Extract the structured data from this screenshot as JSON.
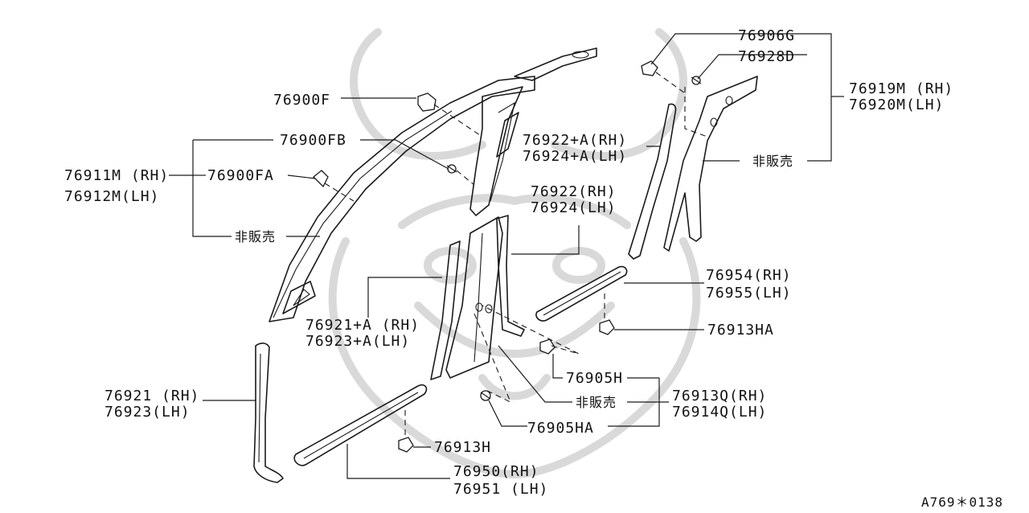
{
  "diagram": {
    "callouts": [
      {
        "id": "c1",
        "lines": [
          "76906G"
        ]
      },
      {
        "id": "c2",
        "lines": [
          "76928D"
        ]
      },
      {
        "id": "c3",
        "lines": [
          "76919M (RH)",
          "76920M(LH)"
        ]
      },
      {
        "id": "c4",
        "lines": [
          "非販売"
        ]
      },
      {
        "id": "c5",
        "lines": [
          "76900F"
        ]
      },
      {
        "id": "c6",
        "lines": [
          "76900FB"
        ]
      },
      {
        "id": "c7",
        "lines": [
          "76911M (RH)",
          "76912M(LH)"
        ]
      },
      {
        "id": "c8",
        "lines": [
          "76900FA"
        ]
      },
      {
        "id": "c9",
        "lines": [
          "非販売"
        ]
      },
      {
        "id": "c10",
        "lines": [
          "76922+A(RH)",
          "76924+A(LH)"
        ]
      },
      {
        "id": "c11",
        "lines": [
          "76922(RH)",
          "76924(LH)"
        ]
      },
      {
        "id": "c12",
        "lines": [
          "76954(RH)",
          "76955(LH)"
        ]
      },
      {
        "id": "c13",
        "lines": [
          "76913HA"
        ]
      },
      {
        "id": "c14",
        "lines": [
          "76921+A (RH)",
          "76923+A(LH)"
        ]
      },
      {
        "id": "c15",
        "lines": [
          "76905H"
        ]
      },
      {
        "id": "c16",
        "lines": [
          "非販売"
        ]
      },
      {
        "id": "c17",
        "lines": [
          "76913Q(RH)",
          "76914Q(LH)"
        ]
      },
      {
        "id": "c18",
        "lines": [
          "76905HA"
        ]
      },
      {
        "id": "c19",
        "lines": [
          "76921 (RH)",
          "76923(LH)"
        ]
      },
      {
        "id": "c20",
        "lines": [
          "76913H"
        ]
      },
      {
        "id": "c21",
        "lines": [
          "76950(RH)",
          "76951 (LH)"
        ]
      }
    ],
    "figure_code": "A769＊0138"
  }
}
